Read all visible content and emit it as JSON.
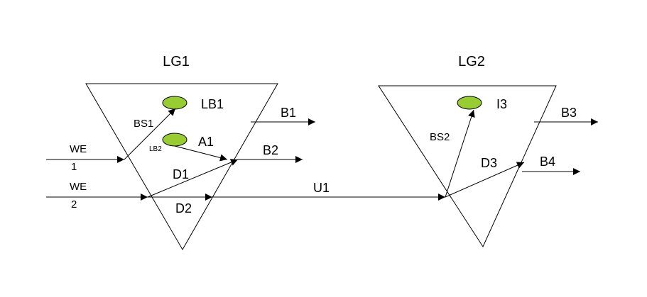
{
  "colors": {
    "line": "#000000",
    "node_fill": "#99CC33",
    "node_stroke": "#000000",
    "background": "#FFFFFF"
  },
  "groups": [
    {
      "id": "lg1",
      "label": "LG1"
    },
    {
      "id": "lg2",
      "label": "LG2"
    }
  ],
  "nodes": [
    {
      "id": "lb1",
      "label": "LB1"
    },
    {
      "id": "lb2",
      "label": "LB2"
    },
    {
      "id": "i3",
      "label": "I3"
    }
  ],
  "edges": {
    "we1_top": "WE",
    "we1_bottom": "1",
    "we2_top": "WE",
    "we2_bottom": "2",
    "bs1": "BS1",
    "a1": "A1",
    "d1": "D1",
    "d2": "D2",
    "b1": "B1",
    "b2": "B2",
    "u1": "U1",
    "bs2": "BS2",
    "d3": "D3",
    "b3": "B3",
    "b4": "B4"
  }
}
